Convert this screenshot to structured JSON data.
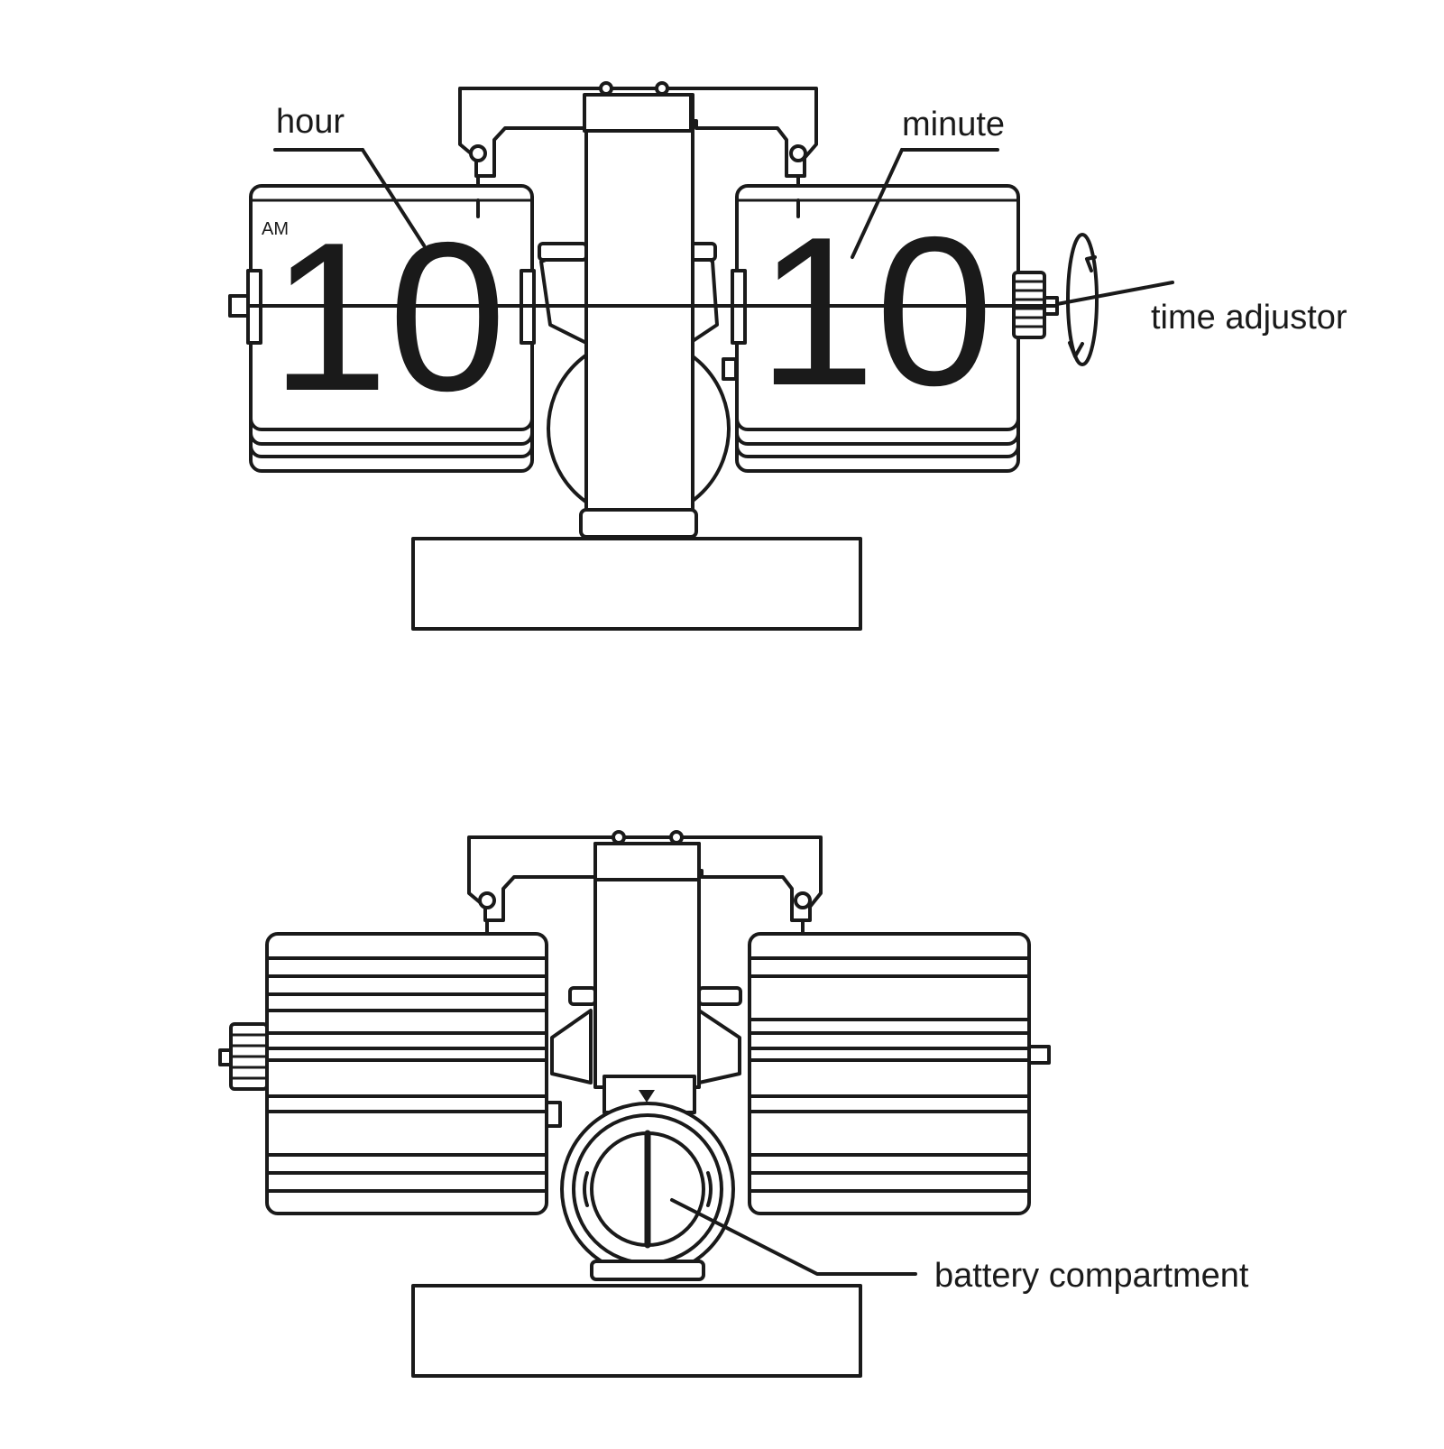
{
  "front_view": {
    "hour_label": "hour",
    "minute_label": "minute",
    "time_adjustor_label": "time adjustor",
    "am_indicator": "AM",
    "hour_digits": "10",
    "minute_digits": "10"
  },
  "back_view": {
    "battery_label": "battery compartment"
  },
  "colors": {
    "line": "#1a1a1a",
    "background": "#ffffff"
  }
}
